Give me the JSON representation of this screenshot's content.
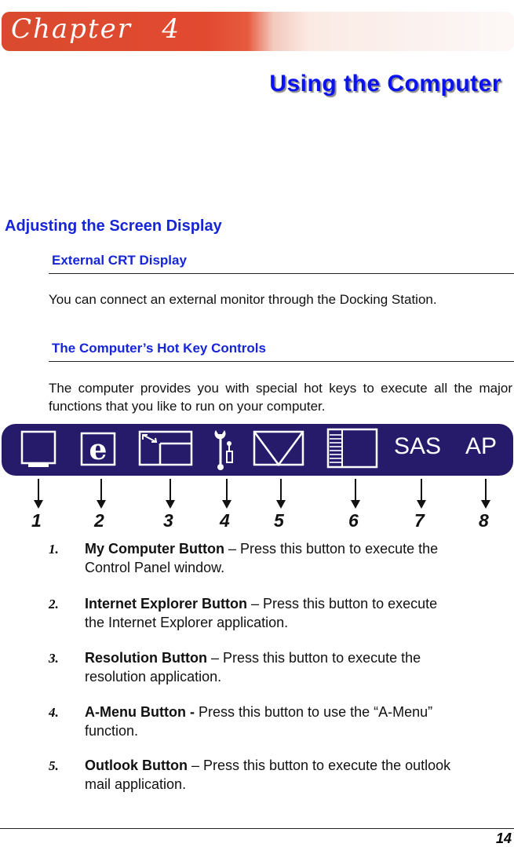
{
  "chapter": {
    "label": "Chapter   4",
    "banner_color": "#e24a30"
  },
  "title": "Using the Computer",
  "section": {
    "heading": "Adjusting the Screen Display",
    "subsections": [
      {
        "heading": "External CRT Display",
        "body": "You can connect an external monitor through the Docking Station."
      },
      {
        "heading": "The Computer’s Hot Key Controls",
        "body": "The computer provides you with special hot keys to execute all the major functions that you like to run on your computer."
      }
    ]
  },
  "hotkey_bar": {
    "bar_color": "#261a6b",
    "keys": [
      {
        "number": "1",
        "icon": "my-computer-icon"
      },
      {
        "number": "2",
        "icon": "internet-explorer-icon"
      },
      {
        "number": "3",
        "icon": "resolution-icon"
      },
      {
        "number": "4",
        "icon": "a-menu-icon"
      },
      {
        "number": "5",
        "icon": "outlook-mail-icon"
      },
      {
        "number": "6",
        "icon": "panel-icon"
      },
      {
        "number": "7",
        "label": "SAS"
      },
      {
        "number": "8",
        "label": "AP"
      }
    ]
  },
  "list": [
    {
      "num": "1.",
      "title": "My Computer Button",
      "sep": " – ",
      "line1_rest": "Press this button to execute the",
      "line2": "Control Panel window."
    },
    {
      "num": "2.",
      "title": "Internet Explorer Button",
      "sep": " – ",
      "line1_rest": "Press this button to execute",
      "line2": "the Internet Explorer application."
    },
    {
      "num": "3.",
      "title": "Resolution Button",
      "sep": " – ",
      "line1_rest": "Press this button to execute the",
      "line2": "resolution application."
    },
    {
      "num": "4.",
      "title": "A-Menu Button -",
      "sep": " ",
      "line1_rest": "Press this button to use the “A-Menu”",
      "line2": "function."
    },
    {
      "num": "5.",
      "title": "Outlook Button",
      "sep": " – ",
      "line1_rest": "Press this button to execute the outlook",
      "line2": "mail application."
    }
  ],
  "footer": {
    "page_number": "14"
  }
}
